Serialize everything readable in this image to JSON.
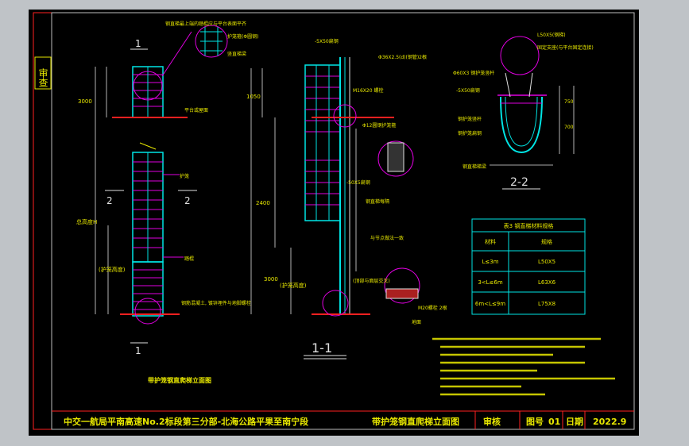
{
  "title_block": {
    "project_title": "中交一航局平南高速No.2标段第三分部-北海公路平果至南宁段",
    "drawing_name": "带护笼钢直爬梯立面图",
    "review_label": "审核",
    "drawing_no_label": "图号",
    "drawing_no": "01",
    "date_label": "日期",
    "date": "2022.9"
  },
  "side_stamp": "审查",
  "views": {
    "front_title": "带护笼钢直爬梯立面图",
    "section_1_1": "1-1",
    "section_2_2": "2-2",
    "cut_mark_1": "1",
    "cut_mark_2": "2"
  },
  "table": {
    "title": "表3  钢直梯材料规格",
    "headers": [
      "材料",
      "规格"
    ],
    "rows": [
      [
        "L≤3m",
        "L50X5"
      ],
      [
        "3<L≤6m",
        "L63X6"
      ],
      [
        "6m<L≤9m",
        "L75X8"
      ]
    ]
  },
  "colors": {
    "line_cyan": "#00e5e5",
    "line_magenta": "#e000e0",
    "line_yellow": "#e8e800",
    "line_red": "#ff2020",
    "line_white": "#e0e0e0",
    "line_green": "#00e000"
  }
}
